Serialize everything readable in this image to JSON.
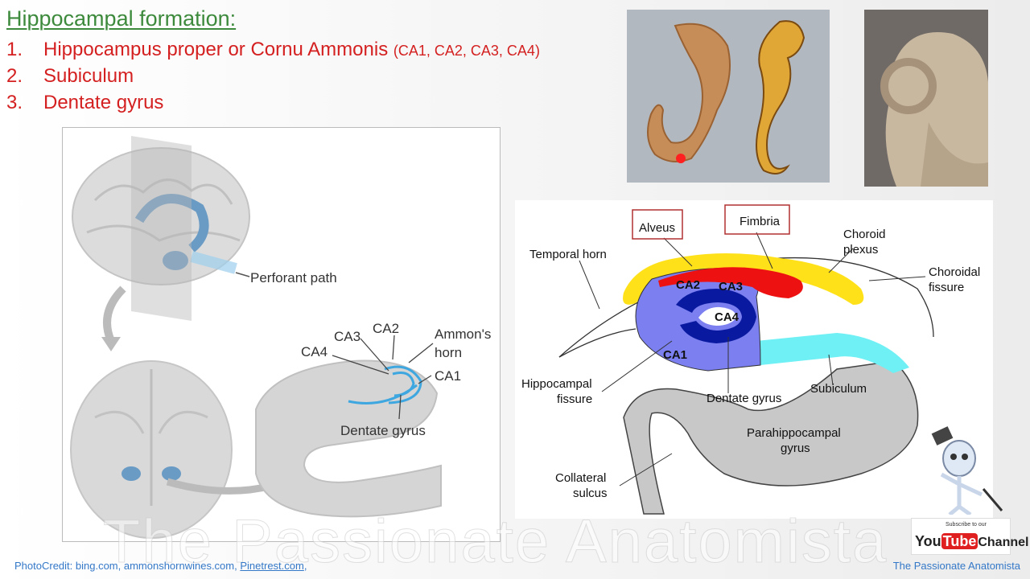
{
  "title": "Hippocampal formation:",
  "list": [
    {
      "num": "1.",
      "text": "Hippocampus proper or Cornu Ammonis",
      "sub": "(CA1, CA2, CA3, CA4)"
    },
    {
      "num": "2.",
      "text": "Subiculum",
      "sub": ""
    },
    {
      "num": "3.",
      "text": "Dentate gyrus",
      "sub": ""
    }
  ],
  "left_diagram": {
    "perforant": "Perforant path",
    "ca4": "CA4",
    "ca3": "CA3",
    "ca2": "CA2",
    "ammons": "Ammon's",
    "horn": "horn",
    "ca1": "CA1",
    "dentate": "Dentate gyrus"
  },
  "right_diagram": {
    "alveus": "Alveus",
    "fimbria": "Fimbria",
    "choroid1": "Choroid",
    "choroid2": "plexus",
    "temporal": "Temporal horn",
    "choroidal1": "Choroidal",
    "choroidal2": "fissure",
    "ca2": "CA2",
    "ca3": "CA3",
    "ca4": "CA4",
    "ca1": "CA1",
    "hippo1": "Hippocampal",
    "hippo2": "fissure",
    "dentate": "Dentate gyrus",
    "subiculum": "Subiculum",
    "para1": "Parahippocampal",
    "para2": "gyrus",
    "coll1": "Collateral",
    "coll2": "sulcus"
  },
  "watermark": "The Passionate Anatomista",
  "credit_prefix": "PhotoCredit: bing.com, ammonshornwines.com, ",
  "credit_link": "Pinetrest.com",
  "credit_suffix": ",",
  "brand": "The Passionate Anatomista",
  "youtube": {
    "subscribe": "Subscribe to our",
    "you": "You",
    "tube": "Tube",
    "channel": "Channel"
  },
  "colors": {
    "title": "#3d8a3d",
    "list": "#d42020",
    "ca_blue": "#7b7ff0",
    "dentate": "#0a1aa0",
    "subiculum": "#6ef0f5",
    "fimbria": "#ee1111",
    "plexus": "#ffe11a",
    "para": "#c8c8c8",
    "credit": "#3478c8"
  }
}
